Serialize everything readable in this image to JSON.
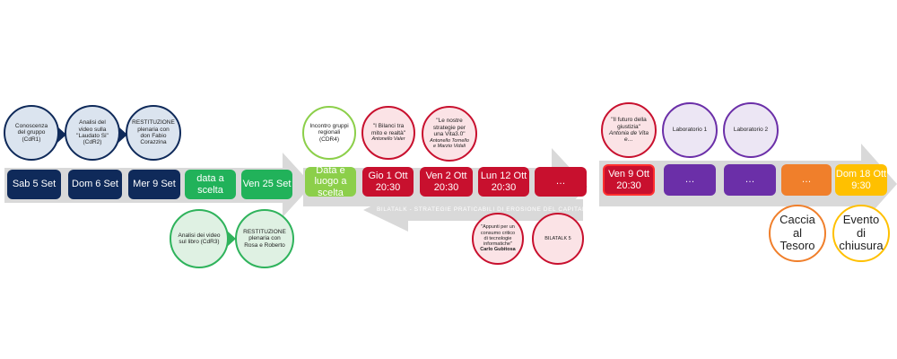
{
  "section1": {
    "boxes": [
      "Sab 5 Set",
      "Dom 6 Set",
      "Mer 9 Set",
      "data a scelta",
      "Ven 25 Set"
    ],
    "circles_top": [
      "Conoscenza del gruppo (CdR1)",
      "Analisi del video sulla \"Laudato Si\" (CdR2)",
      "RESTITUZIONE plenaria con don Fabio Corazzina"
    ],
    "circles_bottom": [
      "Analisi dei video sul libro (CdR3)",
      "RESTITUZIONE plenaria con Rosa e Roberto"
    ]
  },
  "section2": {
    "boxes": [
      "Data e luogo a scelta",
      "Gio 1 Ott 20:30",
      "Ven 2 Ott 20:30",
      "Lun 12 Ott 20:30",
      "…"
    ],
    "circles_top": [
      {
        "title": "Incontro gruppi regionali (CDR4)"
      },
      {
        "title": "\"I Bilanci tra mito e realtà\"",
        "author": "Antonello Valer"
      },
      {
        "title": "\"Le nostre strategie per una Vita3.0\"",
        "author": "Antonello Tornello e Marzio Vidali"
      }
    ],
    "banner": "BILATALK - STRATEGIE PRATICABILI DI EROSIONE DEL CAPITALISMO",
    "circles_bottom": [
      {
        "title": "\"Appunti per un consumo critico di tecnologie informatiche\"",
        "author": "Carlo Gubitosa"
      },
      {
        "title": "BILATALK 5"
      }
    ]
  },
  "section3": {
    "boxes": [
      "Ven 9 Ott 20:30",
      "…",
      "…",
      "…",
      "Dom 18 Ott 9:30"
    ],
    "circles_top": [
      {
        "title": "\"Il futuro della giustizia\"",
        "author": "Antonia de Vita e…"
      },
      {
        "title": "Laboratorio 1"
      },
      {
        "title": "Laboratorio 2"
      }
    ],
    "circles_bottom": [
      "Caccia al Tesoro",
      "Evento di chiusura"
    ]
  }
}
